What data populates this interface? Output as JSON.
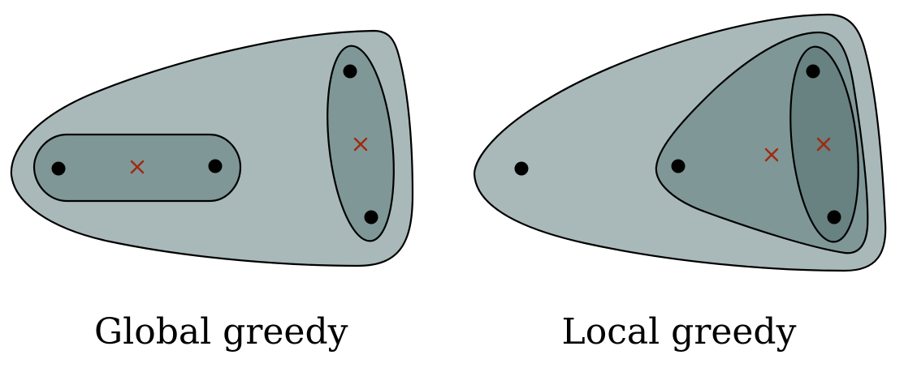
{
  "panels": [
    {
      "id": "global",
      "caption": "Global greedy"
    },
    {
      "id": "local",
      "caption": "Local greedy"
    }
  ],
  "colors": {
    "outer_fill": "#a9b9b9",
    "level2_fill": "#7f9797",
    "level3_fill": "#688181",
    "stroke": "#000000",
    "point": "#000000",
    "centroid_marker": "#a0290e"
  },
  "markers": {
    "point": "filled black dot",
    "centroid": "red x mark"
  }
}
